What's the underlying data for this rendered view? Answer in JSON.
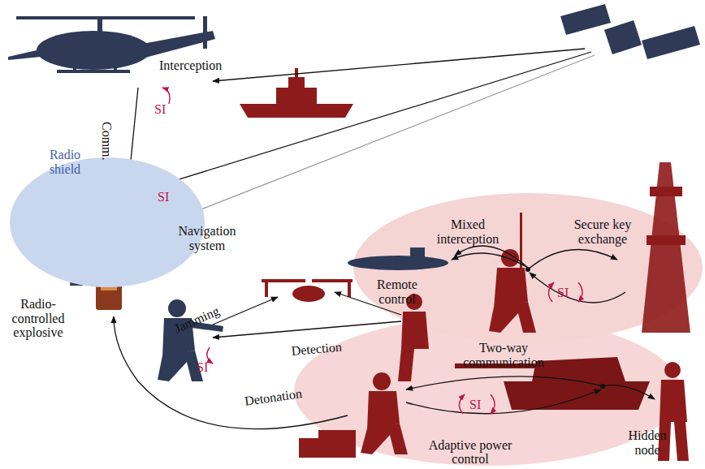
{
  "diagram": {
    "nodes": [
      {
        "text": [
          "Radio shield"
        ]
      }
    ],
    "labels": [
      "Interception",
      "SI",
      "Comm.",
      "SI",
      "Navigation system",
      "Radio-controlled explosive",
      "Jamming",
      "SI",
      "Remote control",
      "Detection",
      "Mixed interception",
      "Secure key exchange",
      "SI",
      "Two-way communication",
      "SI",
      "Adaptive power control",
      "Hidden node",
      "Detonation"
    ]
  }
}
